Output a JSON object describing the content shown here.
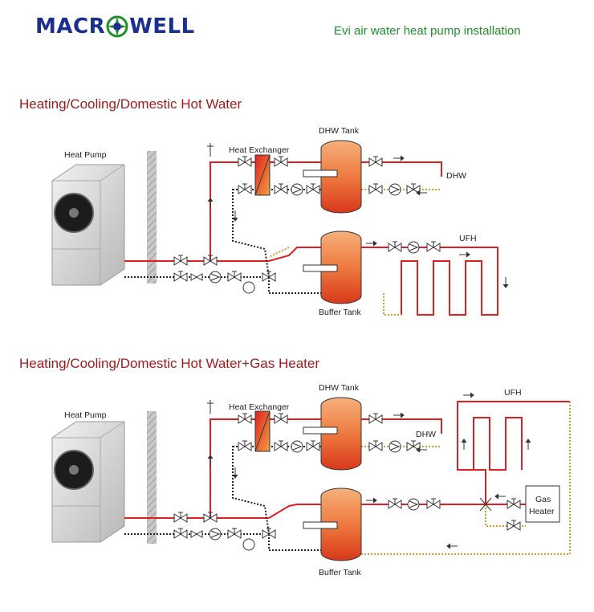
{
  "brand": {
    "logo_text_left": "MACR",
    "logo_text_right": "WELL",
    "slogan": "Evi air water heat pump installation"
  },
  "sections": [
    {
      "title": "Heating/Cooling/Domestic Hot Water",
      "labels": {
        "heat_pump": "Heat Pump",
        "heat_exchanger": "Heat Exchanger",
        "dhw_tank": "DHW Tank",
        "dhw": "DHW",
        "ufh": "UFH",
        "buffer_tank": "Buffer Tank"
      }
    },
    {
      "title": "Heating/Cooling/Domestic Hot Water+Gas Heater",
      "labels": {
        "heat_pump": "Heat Pump",
        "heat_exchanger": "Heat Exchanger",
        "dhw_tank": "DHW Tank",
        "dhw": "DHW",
        "ufh": "UFH",
        "buffer_tank": "Buffer Tank",
        "gas_heater_line1": "Gas",
        "gas_heater_line2": "Heater"
      }
    }
  ],
  "colors": {
    "supply_pipe": "#e02020",
    "return_pipe": "#d89a2a",
    "tank_top": "#f4a46a",
    "tank_bottom": "#e0401a",
    "brand": "#1b2f8f",
    "slogan": "#1f8f2a",
    "title": "#9b1b1b"
  }
}
